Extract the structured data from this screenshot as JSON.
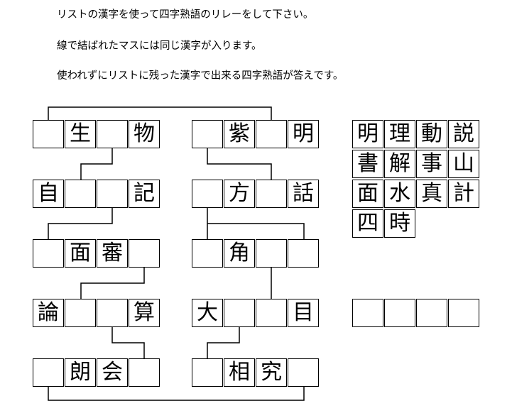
{
  "instructions": [
    "リストの漢字を使って四字熟語のリレーをして下さい。",
    "線で結ばれたマスには同じ漢字が入ります。",
    "使われずにリストに残った漢字で出来る四字熟語が答えです。"
  ],
  "puzzle": {
    "left_column": [
      [
        "",
        "生",
        "",
        "物"
      ],
      [
        "自",
        "",
        "",
        "記"
      ],
      [
        "",
        "面",
        "審",
        ""
      ],
      [
        "論",
        "",
        "",
        "算"
      ],
      [
        "",
        "朗",
        "会",
        ""
      ]
    ],
    "right_column": [
      [
        "",
        "紫",
        "",
        "明"
      ],
      [
        "",
        "方",
        "",
        "話"
      ],
      [
        "",
        "角",
        "",
        ""
      ],
      [
        "大",
        "",
        "",
        "目"
      ],
      [
        "",
        "相",
        "究",
        ""
      ]
    ]
  },
  "kanji_list": [
    [
      "明",
      "理",
      "動",
      "説"
    ],
    [
      "書",
      "解",
      "事",
      "山"
    ],
    [
      "面",
      "水",
      "真",
      "計"
    ],
    [
      "四",
      "時"
    ]
  ],
  "answer": [
    "",
    "",
    "",
    ""
  ]
}
